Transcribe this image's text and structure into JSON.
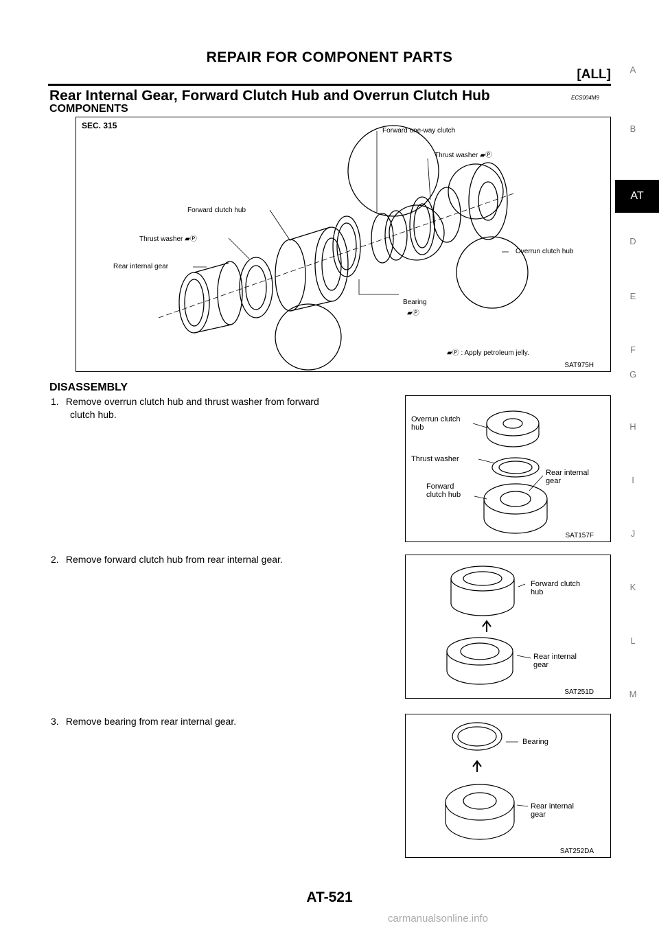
{
  "header": {
    "title": "REPAIR FOR COMPONENT PARTS",
    "scope": "[ALL]"
  },
  "section": {
    "title": "Rear Internal Gear, Forward Clutch Hub and Overrun Clutch Hub",
    "code": "ECS004M9"
  },
  "components": {
    "heading": "COMPONENTS",
    "figure": {
      "sec": "SEC. 315",
      "labels": {
        "forward_oneway_clutch": "Forward one-way clutch",
        "thrust_washer_top": "Thrust washer",
        "forward_clutch_hub": "Forward clutch hub",
        "thrust_washer_left": "Thrust washer",
        "rear_internal_gear": "Rear internal gear",
        "overrun_clutch_hub": "Overrun clutch hub",
        "bearing": "Bearing",
        "legend": ": Apply petroleum jelly."
      },
      "code": "SAT975H"
    }
  },
  "disassembly": {
    "heading": "DISASSEMBLY",
    "steps": [
      {
        "num": "1.",
        "line1": "Remove overrun clutch hub and thrust washer from forward",
        "line2": "clutch hub."
      },
      {
        "num": "2.",
        "line1": "Remove forward clutch hub from rear internal gear."
      },
      {
        "num": "3.",
        "line1": "Remove bearing from rear internal gear."
      }
    ],
    "fig1": {
      "labels": {
        "overrun1": "Overrun clutch",
        "overrun2": "hub",
        "thrust": "Thrust washer",
        "rear1": "Rear internal",
        "rear2": "gear",
        "fwd1": "Forward",
        "fwd2": "clutch hub"
      },
      "code": "SAT157F"
    },
    "fig2": {
      "labels": {
        "fwd1": "Forward clutch",
        "fwd2": "hub",
        "rear1": "Rear internal",
        "rear2": "gear"
      },
      "code": "SAT251D"
    },
    "fig3": {
      "labels": {
        "bearing": "Bearing",
        "rear1": "Rear internal",
        "rear2": "gear"
      },
      "code": "SAT252DA"
    }
  },
  "side_index": {
    "letters": [
      "A",
      "B",
      "AT",
      "D",
      "E",
      "F",
      "G",
      "H",
      "I",
      "J",
      "K",
      "L",
      "M"
    ],
    "active": "AT"
  },
  "footer": {
    "page_number": "AT-521",
    "watermark": "carmanualsonline.info"
  }
}
